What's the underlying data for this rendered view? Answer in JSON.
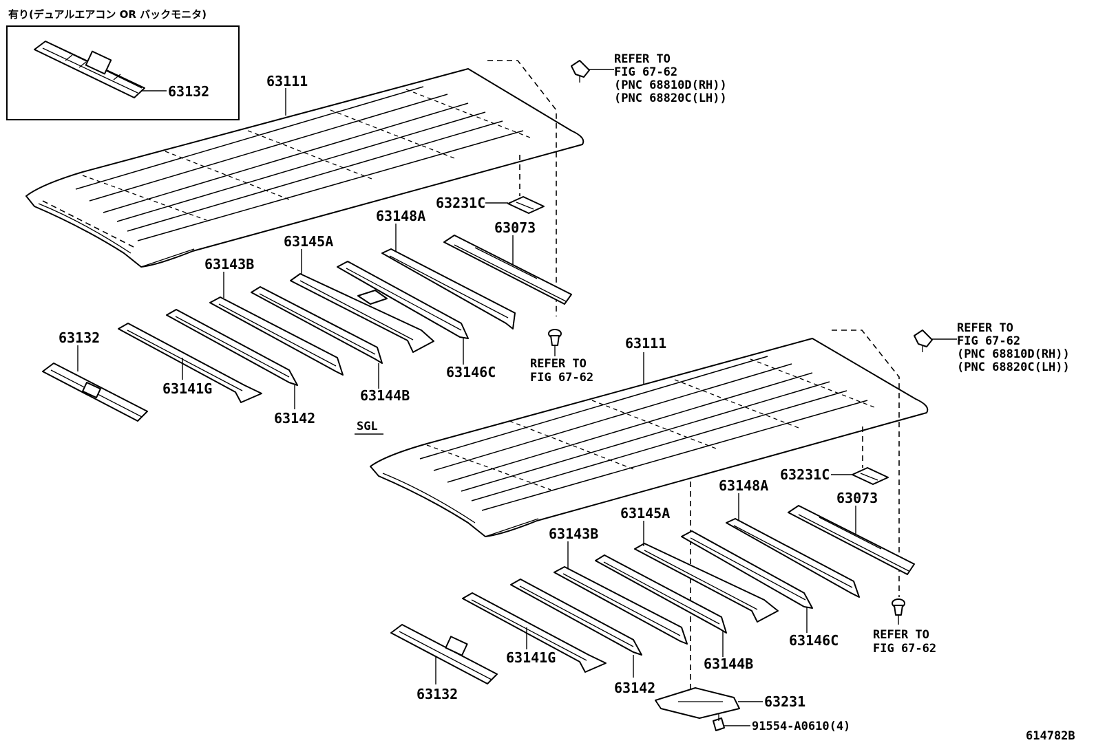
{
  "inset": {
    "caption": "有り(デュアルエアコン OR バックモニタ)",
    "part": "63132"
  },
  "upper": {
    "roof_panel": "63111",
    "bow_63231c": "63231C",
    "bow_63148a": "63148A",
    "bow_63073": "63073",
    "bow_63145a": "63145A",
    "bow_63143b": "63143B",
    "bow_63132": "63132",
    "bow_63141g": "63141G",
    "bow_63142": "63142",
    "bow_63144b": "63144B",
    "bow_63146c": "63146C",
    "refer_top": [
      "REFER TO",
      "FIG 67-62",
      "(PNC 68810D(RH))",
      "(PNC 68820C(LH))"
    ],
    "refer_bottom": [
      "REFER TO",
      "FIG 67-62"
    ]
  },
  "sgl": "SGL",
  "lower": {
    "roof_panel": "63111",
    "bow_63231c": "63231C",
    "bow_63148a": "63148A",
    "bow_63073": "63073",
    "bow_63145a": "63145A",
    "bow_63143b": "63143B",
    "bow_63132": "63132",
    "bow_63141g": "63141G",
    "bow_63142": "63142",
    "bow_63144b": "63144B",
    "bow_63146c": "63146C",
    "plate_63231": "63231",
    "bolt": "91554-A0610(4)",
    "refer_top": [
      "REFER TO",
      "FIG 67-62",
      "(PNC 68810D(RH))",
      "(PNC 68820C(LH))"
    ],
    "refer_bottom": [
      "REFER TO",
      "FIG 67-62"
    ]
  },
  "figure_id": "614782B"
}
